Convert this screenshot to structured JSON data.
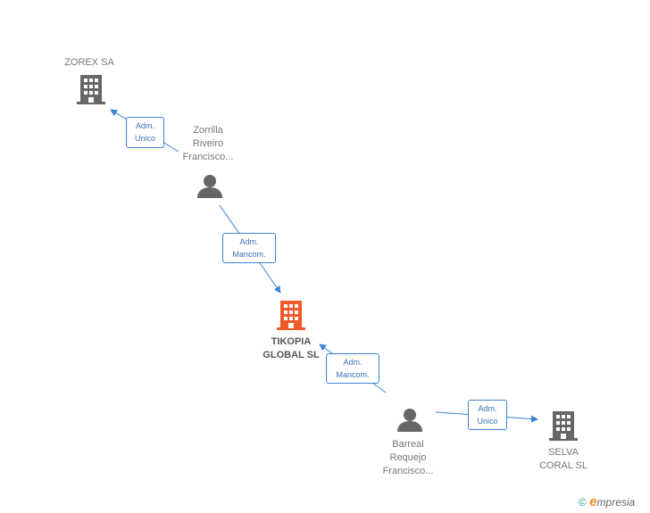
{
  "nodes": {
    "zorex": {
      "label": "ZOREX SA",
      "icon": "building-icon",
      "color": "#666666"
    },
    "zorrilla": {
      "label_lines": [
        "Zorrilla",
        "Riveiro",
        "Francisco..."
      ],
      "icon": "person-icon",
      "color": "#666666"
    },
    "tikopia": {
      "label_lines": [
        "TIKOPIA",
        "GLOBAL SL"
      ],
      "icon": "building-icon",
      "color": "#f05a28"
    },
    "barreal": {
      "label_lines": [
        "Barreal",
        "Requejo",
        "Francisco..."
      ],
      "icon": "person-icon",
      "color": "#666666"
    },
    "selva": {
      "label_lines": [
        "SELVA",
        "CORAL SL"
      ],
      "icon": "building-icon",
      "color": "#666666"
    }
  },
  "relations": {
    "r1": {
      "lines": [
        "Adm.",
        "Unico"
      ]
    },
    "r2": {
      "lines": [
        "Adm.",
        "Mancom."
      ]
    },
    "r3": {
      "lines": [
        "Adm.",
        "Mancom."
      ]
    },
    "r4": {
      "lines": [
        "Adm.",
        "Unico"
      ]
    }
  },
  "edge_color": "#3b82d9",
  "footer": {
    "copyright": "©",
    "brand_e": "e",
    "brand_rest": "mpresia"
  }
}
